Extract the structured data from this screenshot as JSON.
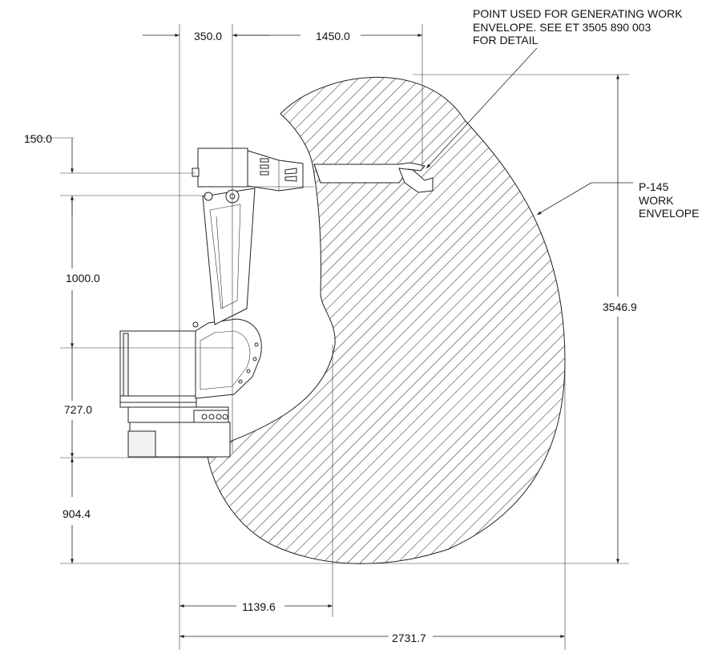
{
  "dimensions": {
    "d350": "350.0",
    "d1450": "1450.0",
    "d150": "150.0",
    "d1000": "1000.0",
    "d727": "727.0",
    "d904": "904.4",
    "d1139": "1139.6",
    "d2731": "2731.7",
    "d3546": "3546.9"
  },
  "notes": {
    "point_line1": "POINT USED FOR GENERATING WORK",
    "point_line2": "ENVELOPE. SEE ET 3505 890 003",
    "point_line3": "FOR DETAIL",
    "envelope_line1": "P-145",
    "envelope_line2": "WORK",
    "envelope_line3": "ENVELOPE"
  },
  "colors": {
    "line": "#222222",
    "hatch": "#444444",
    "background": "#ffffff"
  }
}
